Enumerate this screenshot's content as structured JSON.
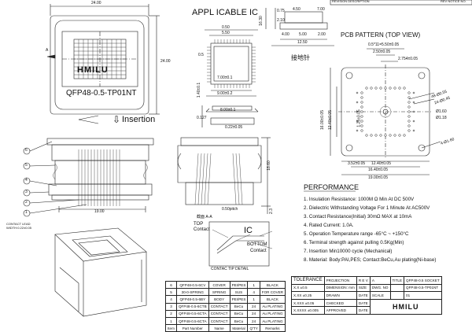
{
  "header_tab": {
    "revision_label": "REVISION DESCRIPTION",
    "rev_no": "REV NOTICE NO."
  },
  "top_left": {
    "dim_width": "24.00",
    "dim_height": "24.00",
    "logo": "HMILU",
    "part": "QFP48-0.5-TP01NT",
    "pin_a": "A"
  },
  "insertion": {
    "arrow": "⇩",
    "label": "Insertion"
  },
  "applicable_ic": {
    "title": "APPL ICABLE IC",
    "dims": [
      "0.50",
      "5.50",
      "7.00±0.1",
      "9.00±0.2",
      "1.40±0.1",
      "0.5",
      "0.127",
      "8.00±0.1",
      "0.22±0.05"
    ]
  },
  "small_view": {
    "dims": [
      "0.75",
      "2.10",
      "4.50",
      "7.00",
      "5.00",
      "4.00",
      "2.00",
      "12.50",
      "16.30"
    ]
  },
  "pcb": {
    "title": "PCB PATTERN (TOP VIEW)",
    "note": "接地针",
    "dims": [
      "0.5*11=5.50±0.05",
      "2.50±0.05",
      "2.754±0.05",
      "16.00±0.05",
      "12.40±0.05",
      "1.26±0.05",
      "3.52±0.05",
      "12.40±0.05",
      "16.40±0.05",
      "19.00±0.05",
      "4-Ø1.60",
      "48-Ø0.55",
      "24-Ø0.45",
      "Ø1.60",
      "Ø1.18"
    ]
  },
  "front_view": {
    "callouts": [
      "6",
      "5",
      "4",
      "3",
      "2",
      "1"
    ],
    "width": "19.00",
    "contact_lead": "CONTACT LEAD",
    "contact_lead2": "WIDTH:0.22±0.05"
  },
  "section_view": {
    "label": "截面 A-A",
    "pitch": "0.50pitch",
    "height": "18.60",
    "height2": "2.3"
  },
  "contact_tip": {
    "top": "TOP",
    "contact": "Contact",
    "ic": "IC",
    "bottom": "BOTTOM",
    "contact2": "Contact",
    "caption": "CONTAC TIP DETAIL"
  },
  "performance": {
    "title": "PERFORMANCE",
    "items": [
      "1. Insulation Resistance: 1000M Ω Min At DC 500V",
      "2. Dielectric Withstanding Voltage For 1 Minute At AC500V",
      "3. Contact Resistance(Initial) 30mΩ MAX at 10mA",
      "4. Rated Current: 1.0A.",
      "5. Operation Temperature range -65°C ~ +150°C",
      "6. Terminal strength against pulling 0.5Kg(Min)",
      "7. Insertion Min10000 cycle (Mechanical)",
      "8. Material: Body:PAI,PES; Contact:BeCu,Au plating(Ni-base)"
    ]
  },
  "bom": {
    "rows": [
      [
        "6",
        "QFP48-0.5-6CV",
        "COVER",
        "PEI/PES",
        "1",
        "BLACK"
      ],
      [
        "5",
        "30-0-SPRING",
        "SPRING",
        "SUS",
        "4",
        "FOR COVER"
      ],
      [
        "4",
        "QFP48-0.5-6BY",
        "BODY",
        "PEI/PES",
        "1",
        "BLACK"
      ],
      [
        "3",
        "QFP48-0.5-6CTB",
        "CONTACT",
        "BeCu",
        "24",
        "Au PLATING"
      ],
      [
        "2",
        "QFP48-0.5-6CTA",
        "CONTACT",
        "BeCu",
        "24",
        "Au PLATING"
      ],
      [
        "1",
        "QFP48-0.5-6CTA",
        "CONTACT",
        "BeCu",
        "24",
        "Au PLATING"
      ]
    ],
    "header": [
      "Item",
      "Part Number",
      "Name",
      "Material",
      "Q'TY",
      "Remarks"
    ]
  },
  "title_block": {
    "tolerance": "TOLERANCE",
    "projection": "PROJECTION",
    "rev": "R E V",
    "a": "A",
    "title_label": "TITLE",
    "title1": "QFP48-0.5 SOCKET",
    "title2": "QFP48-0.5-TP01NT",
    "tol_rows": [
      "X.X ±0.5",
      "X.XX ±0.25",
      "X.XXX ±0.05",
      "X.XXXX ±0.005"
    ],
    "dimension": "DIMENSION:",
    "dim_unit": "mm",
    "size_label": "SIZE",
    "dwg_no": "DWG. NO",
    "sheet_label": "01",
    "labels": [
      "DRAWN",
      "CHECKED",
      "APPROVED",
      "DATE",
      "DATE",
      "DATE"
    ],
    "scale": "SCALE",
    "logo": "HMILU"
  }
}
